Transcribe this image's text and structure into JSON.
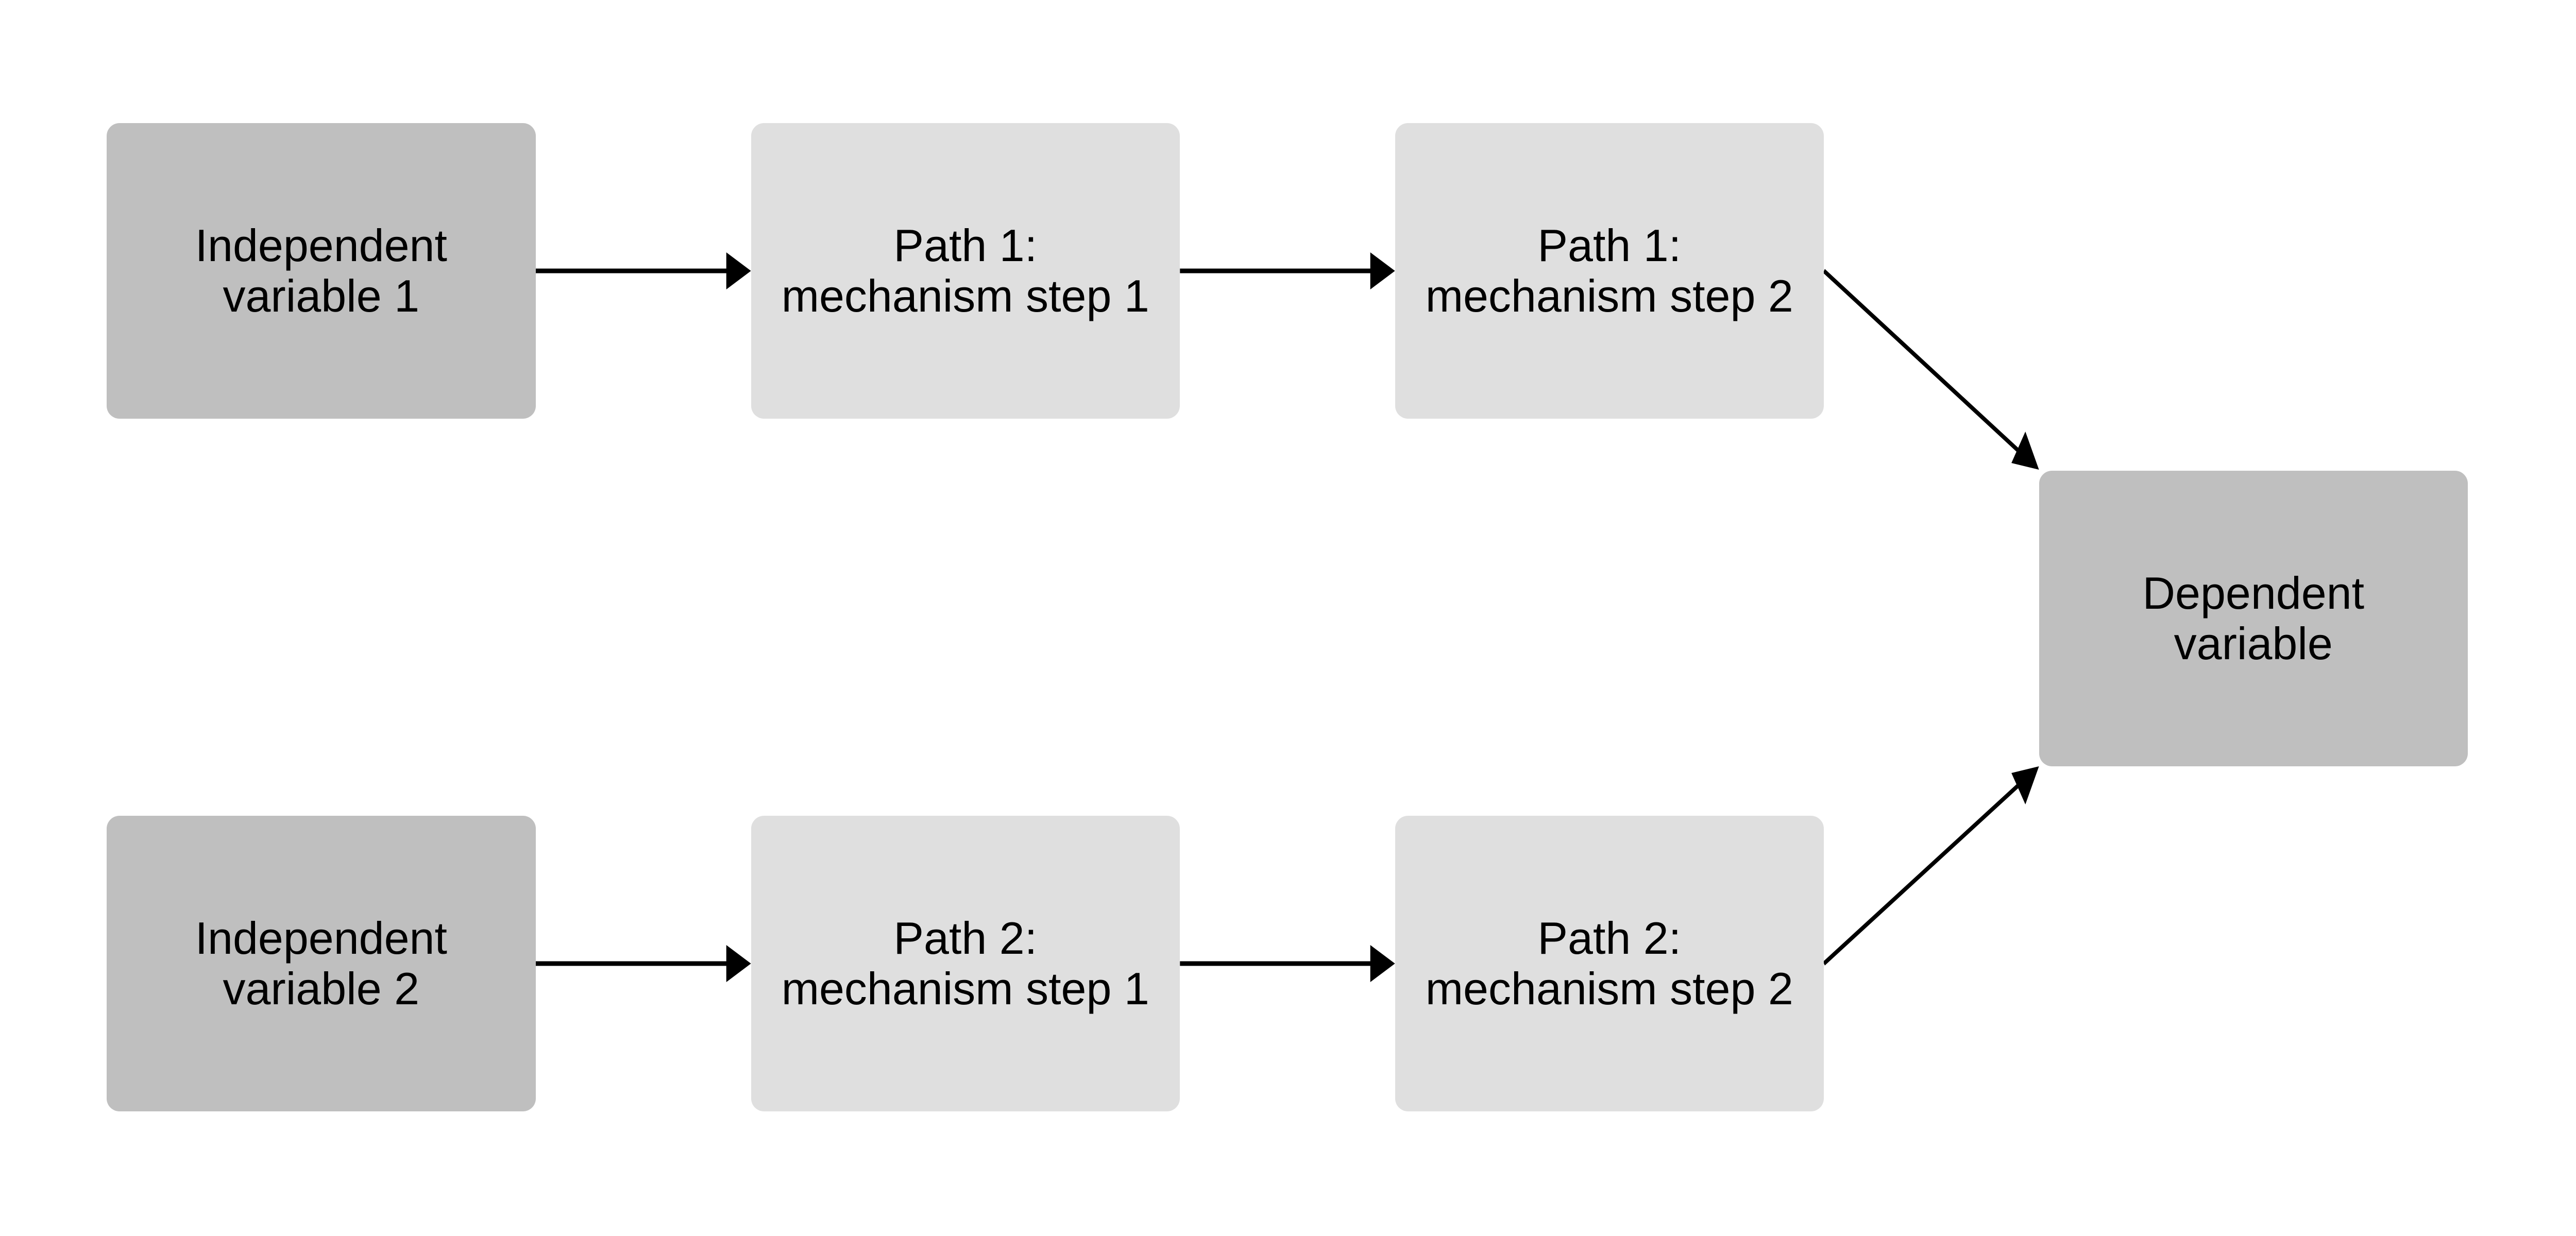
{
  "colors": {
    "dark_box": "#bfbfbf",
    "light_box": "#dfdfdf",
    "arrow": "#000000",
    "background": "#ffffff"
  },
  "nodes": {
    "iv1": {
      "line1": "Independent",
      "line2": "variable 1"
    },
    "p1s1": {
      "line1": "Path 1:",
      "line2": "mechanism step 1"
    },
    "p1s2": {
      "line1": "Path 1:",
      "line2": "mechanism step 2"
    },
    "iv2": {
      "line1": "Independent",
      "line2": "variable 2"
    },
    "p2s1": {
      "line1": "Path 2:",
      "line2": "mechanism step 1"
    },
    "p2s2": {
      "line1": "Path 2:",
      "line2": "mechanism step 2"
    },
    "dv": {
      "line1": "Dependent",
      "line2": "variable"
    }
  },
  "edges": [
    [
      "iv1",
      "p1s1"
    ],
    [
      "p1s1",
      "p1s2"
    ],
    [
      "p1s2",
      "dv"
    ],
    [
      "iv2",
      "p2s1"
    ],
    [
      "p2s1",
      "p2s2"
    ],
    [
      "p2s2",
      "dv"
    ]
  ]
}
